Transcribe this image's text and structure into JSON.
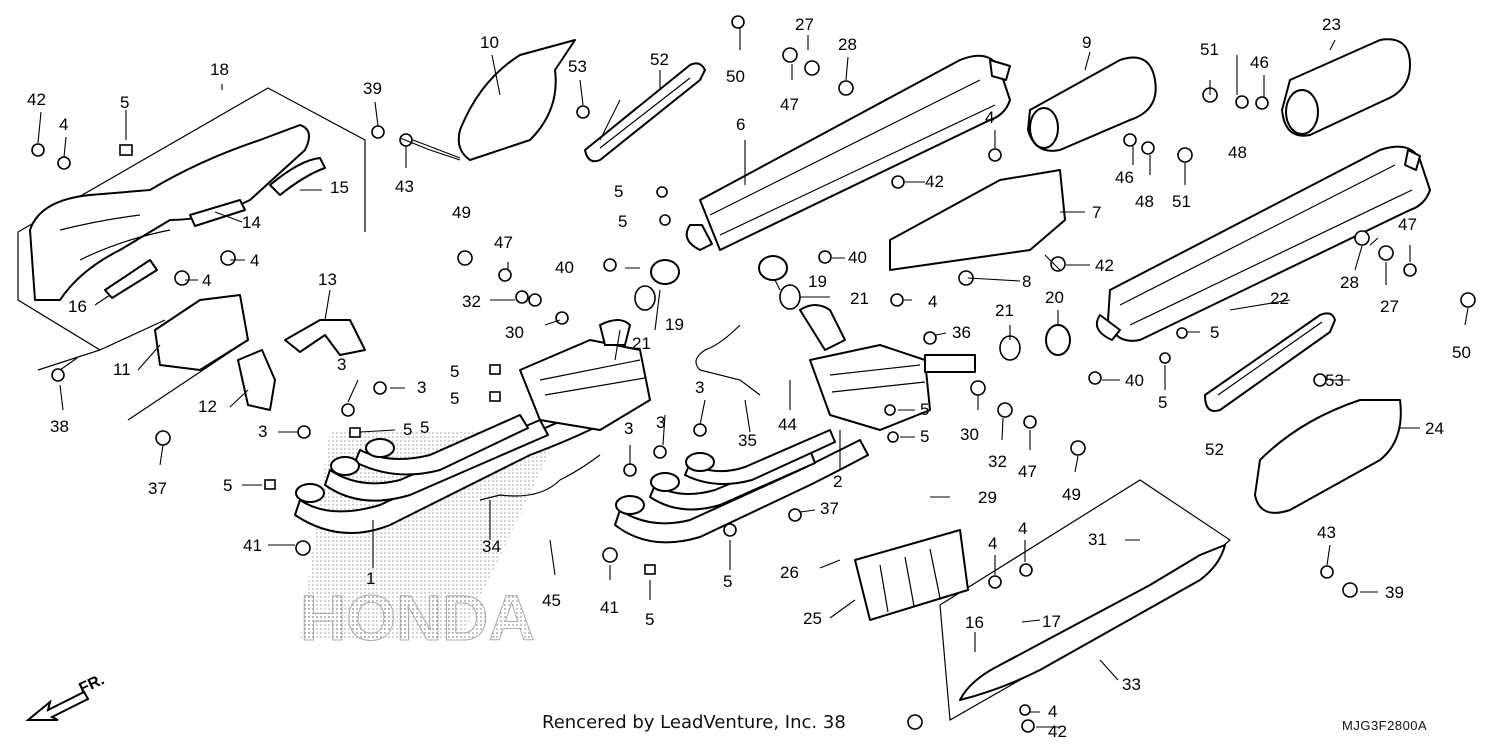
{
  "credit_text": "Rencered by LeadVenture, Inc.",
  "credit_part": "38",
  "diagram_code": "MJG3F2800A",
  "fr_label": "FR.",
  "watermark_text": "HONDA",
  "labels": [
    "1",
    "2",
    "3",
    "3",
    "3",
    "3",
    "3",
    "3",
    "4",
    "4",
    "4",
    "4",
    "4",
    "4",
    "4",
    "5",
    "5",
    "5",
    "5",
    "5",
    "5",
    "5",
    "5",
    "5",
    "5",
    "5",
    "5",
    "5",
    "5",
    "6",
    "7",
    "8",
    "9",
    "10",
    "11",
    "12",
    "13",
    "14",
    "15",
    "16",
    "16",
    "17",
    "18",
    "19",
    "19",
    "20",
    "21",
    "21",
    "21",
    "22",
    "23",
    "24",
    "25",
    "26",
    "27",
    "27",
    "28",
    "28",
    "29",
    "30",
    "30",
    "31",
    "32",
    "32",
    "33",
    "34",
    "35",
    "36",
    "37",
    "37",
    "38",
    "39",
    "39",
    "40",
    "40",
    "40",
    "41",
    "41",
    "42",
    "42",
    "42",
    "42",
    "43",
    "43",
    "44",
    "45",
    "46",
    "46",
    "47",
    "47",
    "47",
    "48",
    "48",
    "49",
    "49",
    "50",
    "50",
    "51",
    "51",
    "52",
    "52",
    "53",
    "53"
  ]
}
